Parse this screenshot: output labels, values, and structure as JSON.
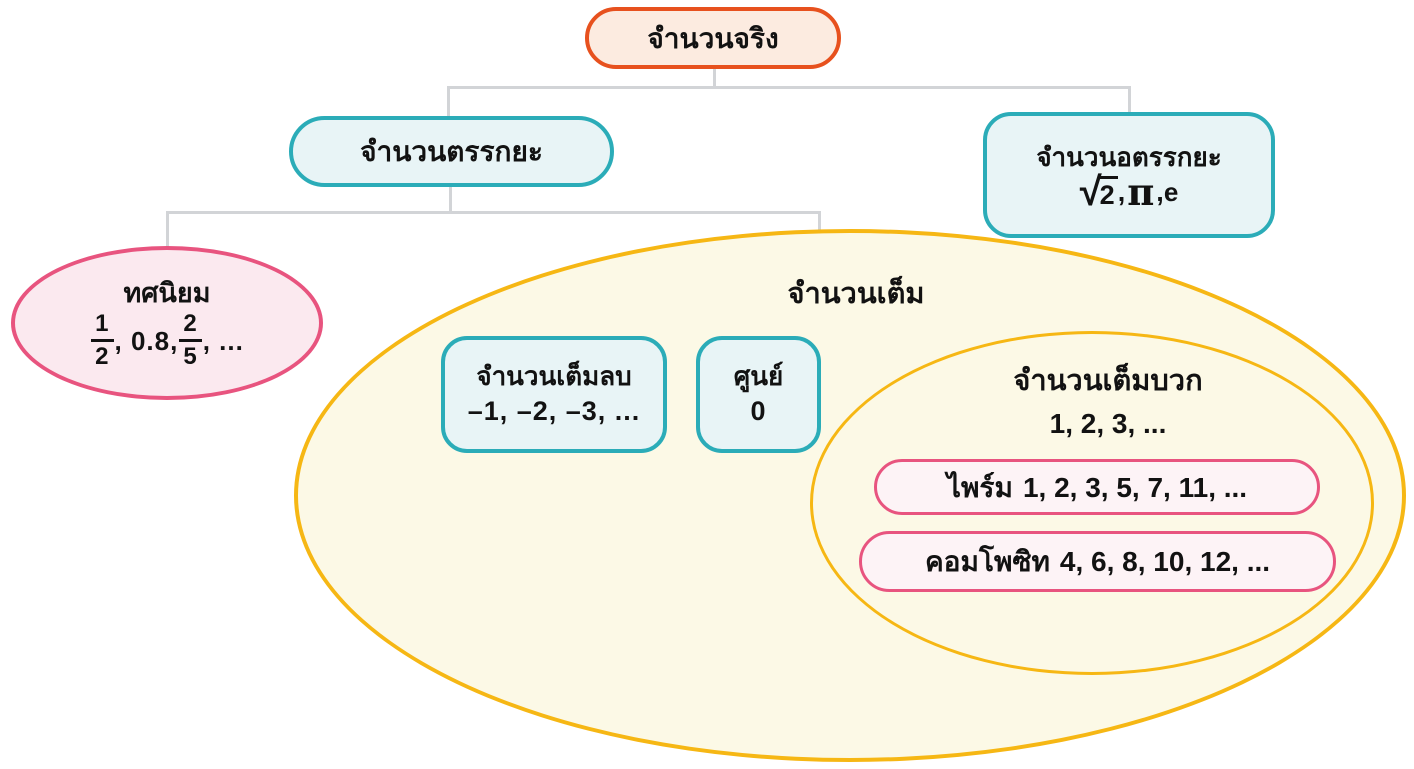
{
  "colors": {
    "orange": "#E7511E",
    "orange-fill": "#FCEBE0",
    "teal": "#2BACB8",
    "teal-fill": "#E8F4F6",
    "pink": "#E8547F",
    "pink-fill": "#FBE9EF",
    "pink-fill-light": "#FDF3F6",
    "gold": "#F6B714",
    "gold-fill": "#FCF9E6",
    "connector": "#D2D4D7",
    "text": "#121212"
  },
  "nodes": {
    "real": {
      "label": "จำนวนจริง"
    },
    "rational": {
      "label": "จำนวนตรรกยะ"
    },
    "irrational": {
      "label": "จำนวนอตรรกยะ",
      "sqrt_sign": "√",
      "sqrt_radicand": "2",
      "sep1": " , ",
      "pi": "π",
      "sep2": ",  ",
      "e": "e"
    },
    "decimal": {
      "label": "ทศนิยม",
      "frac1_num": "1",
      "frac1_den": "2",
      "mid": ",  0.8,  ",
      "frac2_num": "2",
      "frac2_den": "5",
      "tail": ",  ..."
    },
    "integer": {
      "label": "จำนวนเต็ม"
    },
    "negative": {
      "label": "จำนวนเต็มลบ",
      "examples": "–1, –2, –3, ..."
    },
    "zero": {
      "label": "ศูนย์",
      "examples": "0"
    },
    "positive": {
      "label": "จำนวนเต็มบวก",
      "examples": "1, 2, 3, ..."
    },
    "prime": {
      "label": "ไพร์ม",
      "examples": "1, 2, 3, 5, 7, 11, ..."
    },
    "composite": {
      "label": "คอมโพซิท",
      "examples": "4, 6, 8, 10, 12, ..."
    }
  }
}
